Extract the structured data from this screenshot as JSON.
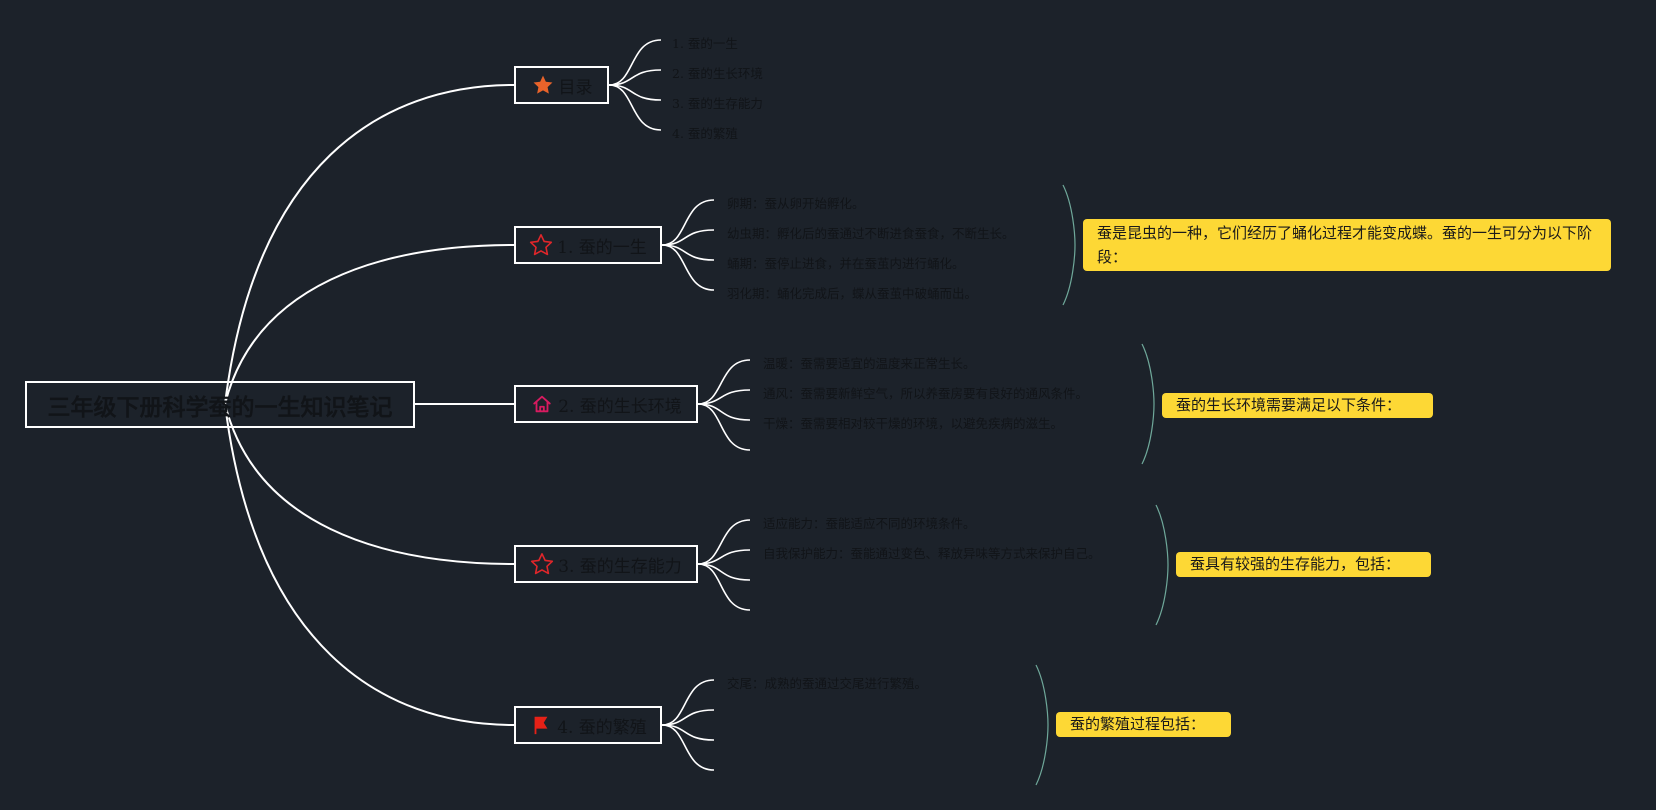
{
  "root": {
    "label": "三年级下册科学蚕的一生知识笔记"
  },
  "toc": {
    "label": "目录",
    "items": [
      "1. 蚕的一生",
      "2. 蚕的生长环境",
      "3. 蚕的生存能力",
      "4. 蚕的繁殖"
    ]
  },
  "sections": [
    {
      "label": "1. 蚕的一生",
      "icon": "star-outline-icon",
      "items": [
        "卵期：蚕从卵开始孵化。",
        "幼虫期：孵化后的蚕通过不断进食蚕食，不断生长。",
        "蛹期：蚕停止进食，并在蚕茧内进行蛹化。",
        "羽化期：蛹化完成后，蝶从蚕茧中破蛹而出。"
      ],
      "summary": "蚕是昆虫的一种，它们经历了蛹化过程才能变成蝶。蚕的一生可分为以下阶段："
    },
    {
      "label": "2. 蚕的生长环境",
      "icon": "house-icon",
      "items": [
        "温暖：蚕需要适宜的温度来正常生长。",
        "通风：蚕需要新鲜空气，所以养蚕房要有良好的通风条件。",
        "干燥：蚕需要相对较干燥的环境，以避免疾病的滋生。",
        ""
      ],
      "summary": "蚕的生长环境需要满足以下条件："
    },
    {
      "label": "3. 蚕的生存能力",
      "icon": "star-outline-icon",
      "items": [
        "适应能力：蚕能适应不同的环境条件。",
        "自我保护能力：蚕能通过变色、释放异味等方式来保护自己。",
        "",
        ""
      ],
      "summary": "蚕具有较强的生存能力，包括："
    },
    {
      "label": "4. 蚕的繁殖",
      "icon": "flag-icon",
      "items": [
        "交尾：成熟的蚕通过交尾进行繁殖。",
        "",
        "",
        ""
      ],
      "summary": "蚕的繁殖过程包括："
    }
  ],
  "colors": {
    "background": "#1c222a",
    "line": "#ffffff",
    "bracket": "#6fa89a",
    "summary_bg": "#fdd835",
    "star_filled": "#e8632a",
    "star_outline": "#e0262a",
    "house": "#d81b60",
    "flag": "#e62117"
  }
}
